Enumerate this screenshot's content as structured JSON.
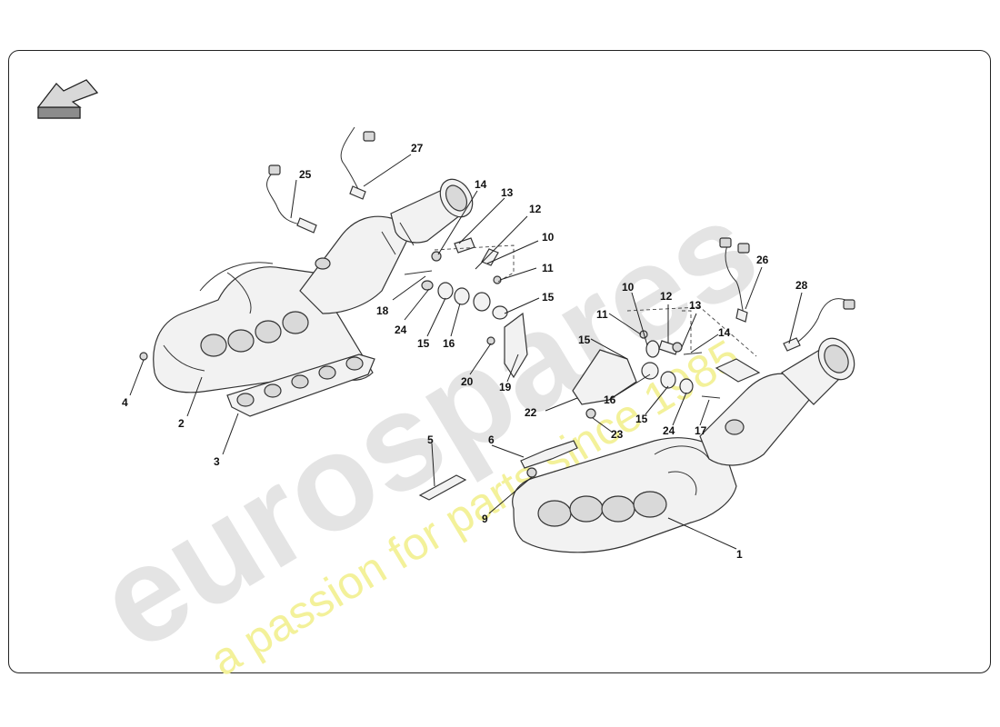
{
  "watermark": {
    "brand": "eurospares",
    "tagline": "a passion for parts since 1985"
  },
  "icons": {
    "navigation": "back-arrow-icon"
  },
  "callouts": {
    "c1": "1",
    "c2": "2",
    "c3": "3",
    "c4": "4",
    "c5": "5",
    "c6": "6",
    "c9": "9",
    "c10a": "10",
    "c10b": "10",
    "c11a": "11",
    "c11b": "11",
    "c12a": "12",
    "c12b": "12",
    "c13a": "13",
    "c13b": "13",
    "c14a": "14",
    "c14b": "14",
    "c15a": "15",
    "c15b": "15",
    "c15c": "15",
    "c15d": "15",
    "c16a": "16",
    "c16b": "16",
    "c17": "17",
    "c18": "18",
    "c19": "19",
    "c20": "20",
    "c22": "22",
    "c23": "23",
    "c24a": "24",
    "c24b": "24",
    "c25": "25",
    "c26": "26",
    "c27": "27",
    "c28": "28"
  }
}
